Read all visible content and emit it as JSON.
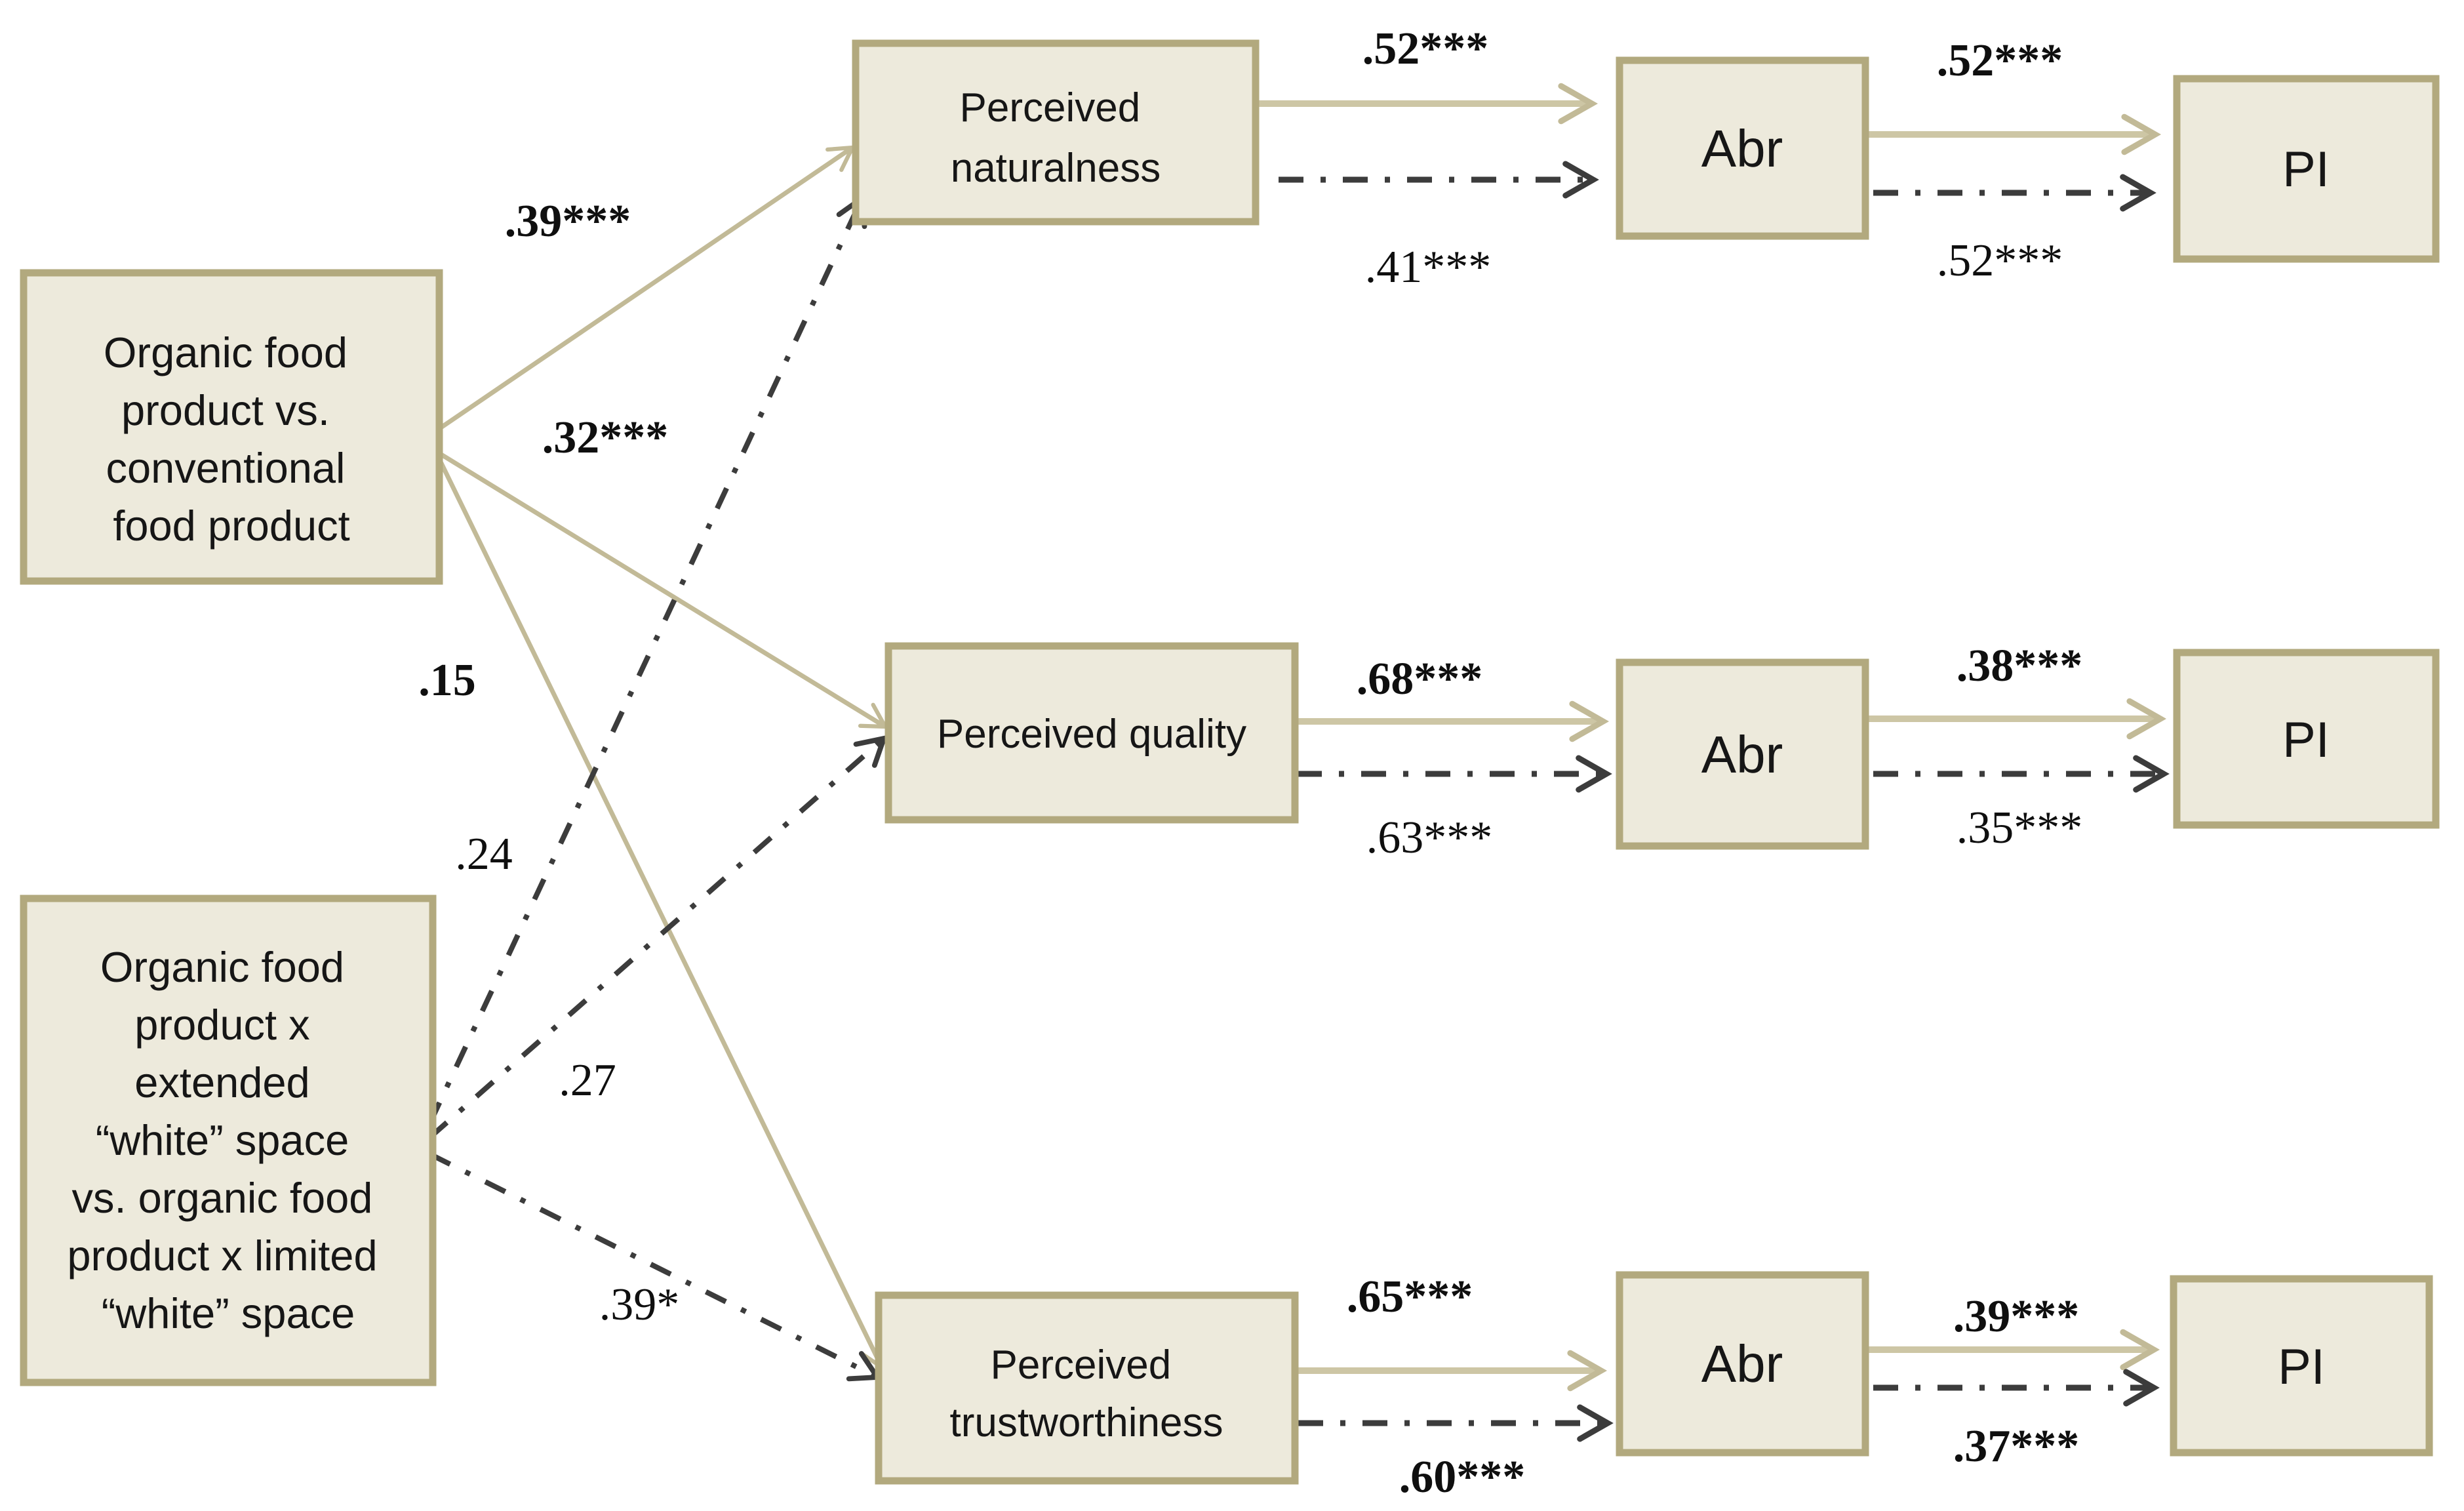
{
  "colors": {
    "background": "#ffffff",
    "box_fill": "#edeadc",
    "box_border": "#b2a97e",
    "solid_arrow": "#cdc6a5",
    "dashed_arrow": "#3c3c3c",
    "text": "#161616"
  },
  "boxes": {
    "exog_top": {
      "lines": [
        "Organic food",
        "product vs.",
        "conventional",
        "food product"
      ]
    },
    "exog_bottom": {
      "lines": [
        "Organic food",
        "product x",
        "extended",
        "“white” space",
        "vs. organic food",
        "product x limited",
        "“white” space"
      ]
    },
    "mediator_naturalness": {
      "lines": [
        "Perceived",
        "naturalness"
      ]
    },
    "mediator_quality": {
      "lines": [
        "Perceived quality"
      ]
    },
    "mediator_trustworthiness": {
      "lines": [
        "Perceived",
        "trustworthiness"
      ]
    },
    "abr_label": "Abr",
    "pi_label": "PI"
  },
  "coefficients": {
    "exog_top_to_naturalness": ".39***",
    "exog_top_to_quality": ".32***",
    "exog_top_to_trustworthiness": ".15",
    "exog_bottom_to_naturalness": ".24",
    "exog_bottom_to_quality": ".27",
    "exog_bottom_to_trustworthiness": ".39*",
    "naturalness_to_abr_solid": ".52***",
    "naturalness_to_abr_dashed": ".41***",
    "quality_to_abr_solid": ".68***",
    "quality_to_abr_dashed": ".63***",
    "trustworthiness_to_abr_solid": ".65***",
    "trustworthiness_to_abr_dashed": ".60***",
    "abr_to_pi_row1_solid": ".52***",
    "abr_to_pi_row1_dashed": ".52***",
    "abr_to_pi_row2_solid": ".38***",
    "abr_to_pi_row2_dashed": ".35***",
    "abr_to_pi_row3_solid": ".39***",
    "abr_to_pi_row3_dashed": ".37***"
  }
}
